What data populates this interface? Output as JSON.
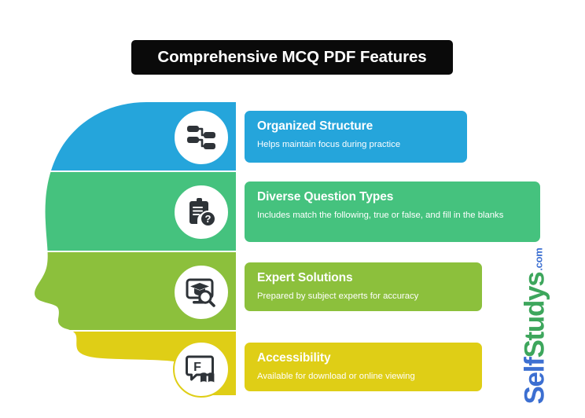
{
  "header": {
    "title": "Comprehensive MCQ PDF Features"
  },
  "features": [
    {
      "title": "Organized Structure",
      "description": "Helps maintain focus during practice",
      "color": "#25A5DB",
      "icon": "hierarchy-flowchart-icon"
    },
    {
      "title": "Diverse Question Types",
      "description": "Includes match the following, true or false, and fill in the blanks",
      "color": "#45C27E",
      "icon": "clipboard-question-icon"
    },
    {
      "title": "Expert Solutions",
      "description": "Prepared by subject experts for accuracy",
      "color": "#8CC03C",
      "icon": "monitor-graduation-search-icon"
    },
    {
      "title": "Accessibility",
      "description": "Available for download or online viewing",
      "color": "#DFCE16",
      "icon": "screen-book-icon"
    }
  ],
  "logo": {
    "part_one": "Self",
    "part_two": "Studys",
    "suffix": ".com",
    "color_one": "#3C6FD1",
    "color_two": "#3DA65C"
  },
  "colors": {
    "banner_background": "#0A0A0A",
    "banner_text": "#FFFFFF",
    "page_background": "#FFFFFF"
  }
}
